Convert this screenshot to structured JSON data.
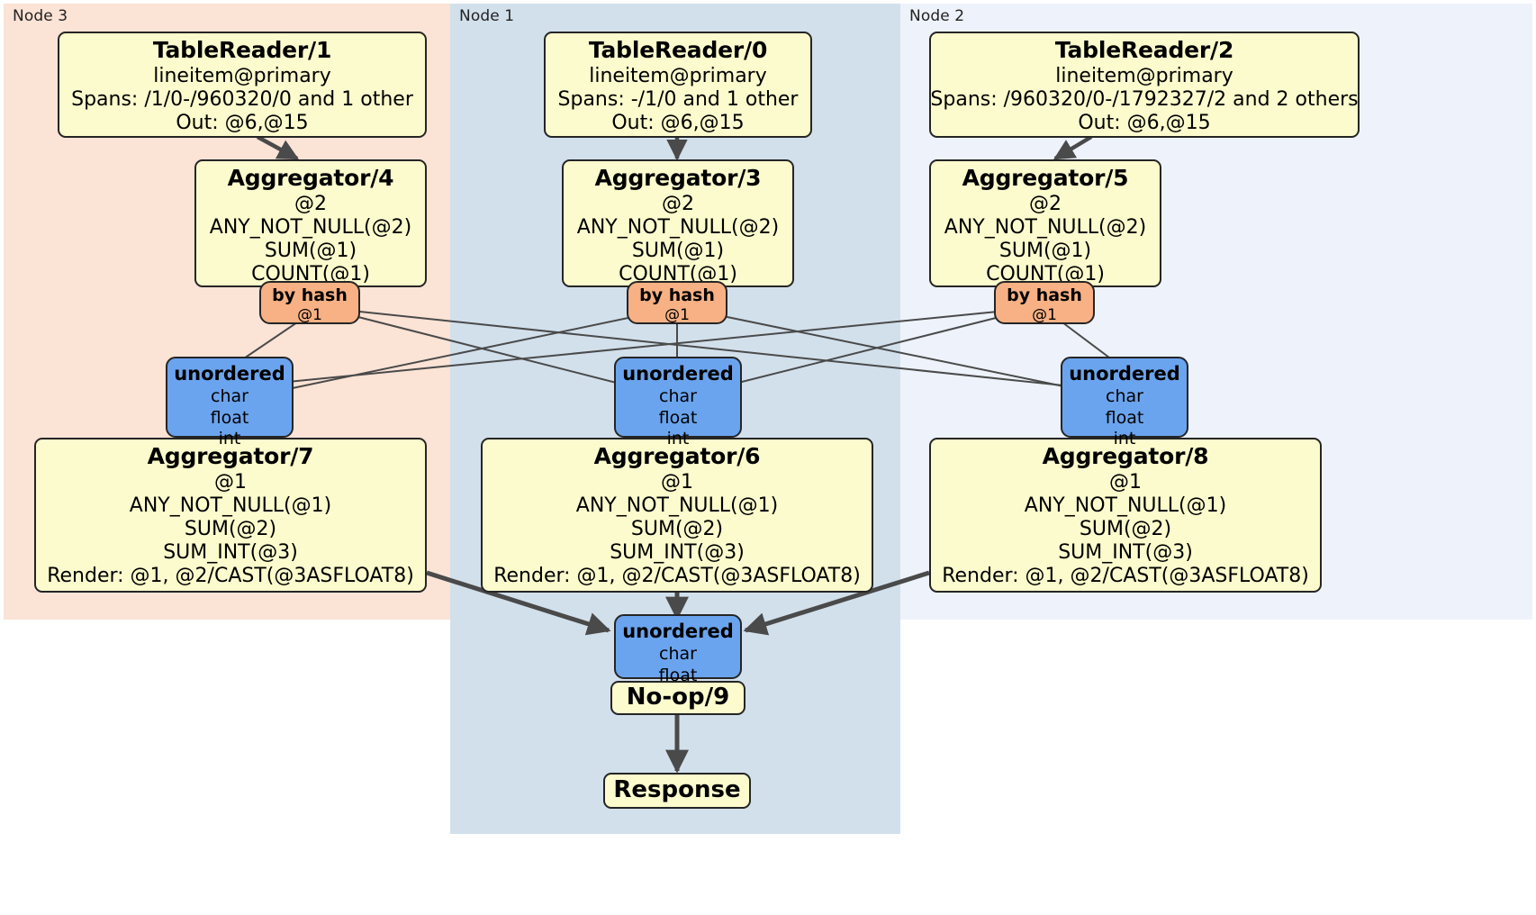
{
  "diagram": {
    "type": "distributed-query-plan",
    "colors": {
      "node3_panel": "#fbe3d6",
      "node1_panel": "#d2e0ec",
      "node2_panel": "#edf2fb",
      "processor_fill": "#fbfbcd",
      "hash_router_fill": "#f7b184",
      "sync_router_fill": "#6ba4ee",
      "edge": "#4a4a4a",
      "border": "#252525"
    },
    "panels": [
      {
        "label": "Node 3"
      },
      {
        "label": "Node 1"
      },
      {
        "label": "Node 2"
      }
    ]
  },
  "node3": {
    "label": "Node 3",
    "table_reader": {
      "title": "TableReader/1",
      "lines": [
        "lineitem@primary",
        "Spans: /1/0-/960320/0 and 1 other",
        "Out: @6,@15"
      ]
    },
    "aggregator_local": {
      "title": "Aggregator/4",
      "lines": [
        "@2",
        "ANY_NOT_NULL(@2)",
        "SUM(@1)",
        "COUNT(@1)"
      ]
    },
    "hash_router": {
      "title": "by hash",
      "lines": [
        "@1"
      ]
    },
    "sync_router": {
      "title": "unordered",
      "lines": [
        "char",
        "float",
        "int"
      ]
    },
    "aggregator_final": {
      "title": "Aggregator/7",
      "lines": [
        "@1",
        "ANY_NOT_NULL(@1)",
        "SUM(@2)",
        "SUM_INT(@3)",
        "Render: @1, @2/CAST(@3ASFLOAT8)"
      ]
    }
  },
  "node1": {
    "label": "Node 1",
    "table_reader": {
      "title": "TableReader/0",
      "lines": [
        "lineitem@primary",
        "Spans: -/1/0 and 1 other",
        "Out: @6,@15"
      ]
    },
    "aggregator_local": {
      "title": "Aggregator/3",
      "lines": [
        "@2",
        "ANY_NOT_NULL(@2)",
        "SUM(@1)",
        "COUNT(@1)"
      ]
    },
    "hash_router": {
      "title": "by hash",
      "lines": [
        "@1"
      ]
    },
    "sync_router": {
      "title": "unordered",
      "lines": [
        "char",
        "float",
        "int"
      ]
    },
    "aggregator_final": {
      "title": "Aggregator/6",
      "lines": [
        "@1",
        "ANY_NOT_NULL(@1)",
        "SUM(@2)",
        "SUM_INT(@3)",
        "Render: @1, @2/CAST(@3ASFLOAT8)"
      ]
    },
    "final_sync_router": {
      "title": "unordered",
      "lines": [
        "char",
        "float"
      ]
    },
    "noop": {
      "title": "No-op/9"
    },
    "response": {
      "title": "Response"
    }
  },
  "node2": {
    "label": "Node 2",
    "table_reader": {
      "title": "TableReader/2",
      "lines": [
        "lineitem@primary",
        "Spans: /960320/0-/1792327/2 and 2 others",
        "Out: @6,@15"
      ]
    },
    "aggregator_local": {
      "title": "Aggregator/5",
      "lines": [
        "@2",
        "ANY_NOT_NULL(@2)",
        "SUM(@1)",
        "COUNT(@1)"
      ]
    },
    "hash_router": {
      "title": "by hash",
      "lines": [
        "@1"
      ]
    },
    "sync_router": {
      "title": "unordered",
      "lines": [
        "char",
        "float",
        "int"
      ]
    },
    "aggregator_final": {
      "title": "Aggregator/8",
      "lines": [
        "@1",
        "ANY_NOT_NULL(@1)",
        "SUM(@2)",
        "SUM_INT(@3)",
        "Render: @1, @2/CAST(@3ASFLOAT8)"
      ]
    }
  }
}
